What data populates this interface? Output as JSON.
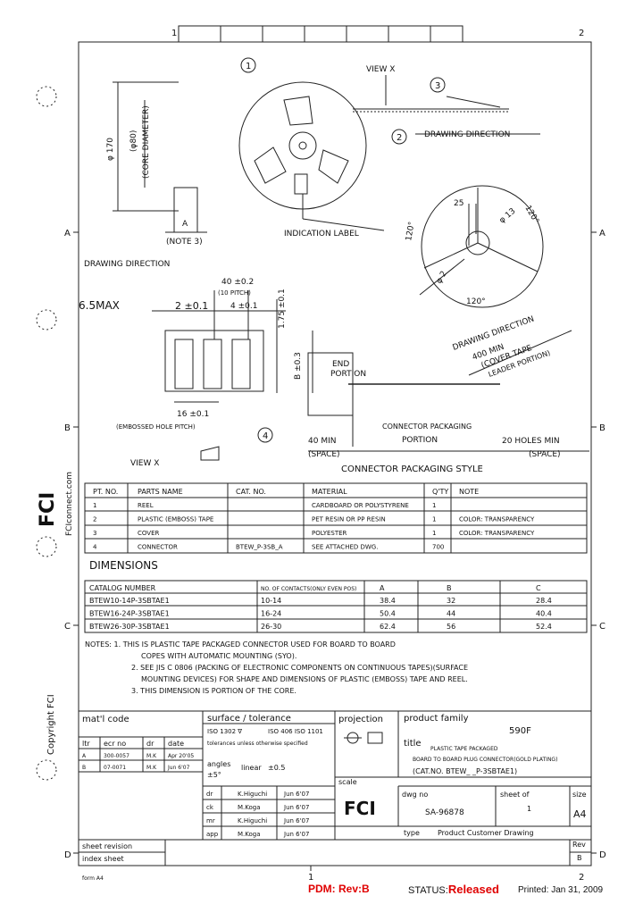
{
  "frame": {
    "top_ticks": [
      "1",
      "2"
    ],
    "bottom_ticks": [
      "1",
      "2"
    ],
    "left_ticks": [
      "A",
      "B",
      "C",
      "D"
    ],
    "right_ticks": [
      "A",
      "B",
      "C",
      "D"
    ]
  },
  "side": {
    "website": "FCIconnect.com",
    "copyright": "Copyright FCI",
    "logo": "FCI"
  },
  "drawing": {
    "view_x": "VIEW X",
    "drawing_direction": "DRAWING DIRECTION",
    "indication_label": "INDICATION LABEL",
    "dia_outer": "φ 170",
    "dia_core": "(φ80)",
    "core_diameter": "(CORE DIAMETER)",
    "dim_a": "A",
    "note3": "(NOTE 3)",
    "drawing_direction_2": "DRAWING DIRECTION",
    "pitch_40": "40 ±0.2",
    "pitch_note": "(10 PITCH)",
    "dim_2": "2 ±0.1",
    "dim_4": "4 ±0.1",
    "dim_175": "1.75 ±0.1",
    "max_65": "6.5MAX",
    "dim_b": "B ±0.3",
    "dim_16": "16 ±0.1",
    "embossed_hole": "(EMBOSSED HOLE PITCH)",
    "view_x_2": "VIEW X",
    "dim_25": "25",
    "dim_13": "φ 13",
    "dim_2_hole": "φ 2",
    "angle_120a": "120°",
    "angle_120b": "120°",
    "angle_120c": "120°",
    "drawing_direction_3": "DRAWING DIRECTION",
    "min_400": "400 MIN",
    "cover_tape": "(COVER TAPE",
    "leader_portion": "LEADER PORTION)",
    "end_portion_1": "END",
    "end_portion_2": "PORTION",
    "connector_packaging": "CONNECTOR PACKAGING",
    "portion": "PORTION",
    "min_40": "40 MIN",
    "space_1": "(SPACE)",
    "holes_20": "20 HOLES MIN",
    "space_2": "(SPACE)",
    "callouts": [
      "1",
      "2",
      "3",
      "4"
    ]
  },
  "packaging": {
    "title": "CONNECTOR PACKAGING STYLE",
    "headers": [
      "PT. NO.",
      "PARTS NAME",
      "CAT. NO.",
      "MATERIAL",
      "Q'TY",
      "NOTE"
    ],
    "rows": [
      [
        "1",
        "REEL",
        "",
        "CARDBOARD OR POLYSTYRENE",
        "1",
        ""
      ],
      [
        "2",
        "PLASTIC (EMBOSS) TAPE",
        "",
        "PET RESIN OR PP RESIN",
        "1",
        "COLOR: TRANSPARENCY"
      ],
      [
        "3",
        "COVER",
        "",
        "POLYESTER",
        "1",
        "COLOR: TRANSPARENCY"
      ],
      [
        "4",
        "CONNECTOR",
        "BTEW_P-3SB_A",
        "SEE ATTACHED DWG.",
        "700",
        ""
      ]
    ]
  },
  "dimensions": {
    "title": "DIMENSIONS",
    "headers": [
      "CATALOG NUMBER",
      "NO. OF CONTACTS(ONLY EVEN POS)",
      "A",
      "B",
      "C"
    ],
    "rows": [
      [
        "BTEW10-14P-3SBTAE1",
        "10-14",
        "38.4",
        "32",
        "28.4"
      ],
      [
        "BTEW16-24P-3SBTAE1",
        "16-24",
        "50.4",
        "44",
        "40.4"
      ],
      [
        "BTEW26-30P-3SBTAE1",
        "26-30",
        "62.4",
        "56",
        "52.4"
      ]
    ]
  },
  "notes": [
    "NOTES: 1. THIS IS PLASTIC TAPE PACKAGED CONNECTOR USED FOR BOARD TO BOARD",
    "COPES WITH AUTOMATIC MOUNTING (SYO).",
    "2. SEE JIS C 0806 (PACKING OF ELECTRONIC COMPONENTS ON CONTINUOUS TAPES)(SURFACE",
    "MOUNTING DEVICES) FOR SHAPE AND DIMENSIONS OF PLASTIC (EMBOSS) TAPE AND REEL.",
    "3. THIS DIMENSION IS PORTION OF THE CORE."
  ],
  "titleblock": {
    "mat_code": "mat'l code",
    "surface_tolerance": "surface / tolerance",
    "iso_left": "ISO 1302 ∇",
    "iso_right": "ISO 406  ISO 1101",
    "tol_note": "tolerances unless otherwise specified",
    "angles_label": "angles",
    "angles_val": "±5°",
    "linear_label": "linear",
    "linear_val": "±0.5",
    "projection": "projection",
    "product_family": "product family",
    "product_family_val": "590F",
    "title_label": "title",
    "title_1": "PLASTIC TAPE PACKAGED",
    "title_2": "BOARD TO BOARD PLUG CONNECTOR(GOLD PLATING)",
    "title_3": "(CAT.NO. BTEW_ _P-3SBTAE1)",
    "scale": "scale",
    "dwg_no_label": "dwg no",
    "dwg_no_val": "SA-96878",
    "sheet_of": "sheet    of",
    "sheet_val": "1",
    "size_label": "size",
    "size_val": "A4",
    "type_label": "type",
    "type_val": "Product Customer Drawing",
    "rev_label": "Rev",
    "rev_val": "B",
    "sheet_revision": "sheet    revision",
    "index_sheet": "index   sheet",
    "form": "form A4",
    "rev_headers": [
      "ltr",
      "ecr no",
      "dr",
      "date"
    ],
    "rev_rows": [
      [
        "A",
        "300-0057",
        "M.K",
        "Apr 20'05"
      ],
      [
        "B",
        "07-0071",
        "M.K",
        "Jun 6'07"
      ]
    ],
    "sign_rows": [
      [
        "dr",
        "K.Higuchi",
        "Jun 6'07"
      ],
      [
        "ck",
        "M.Koga",
        "Jun 6'07"
      ],
      [
        "mr",
        "K.Higuchi",
        "Jun 6'07"
      ],
      [
        "app",
        "M.Koga",
        "Jun 6'07"
      ]
    ],
    "logo": "FCI"
  },
  "footer": {
    "pdm": "PDM: Rev:B",
    "status_label": "STATUS:",
    "status_val": "Released",
    "printed": "Printed: Jan 31, 2009"
  },
  "colors": {
    "accent": "#e00000"
  }
}
